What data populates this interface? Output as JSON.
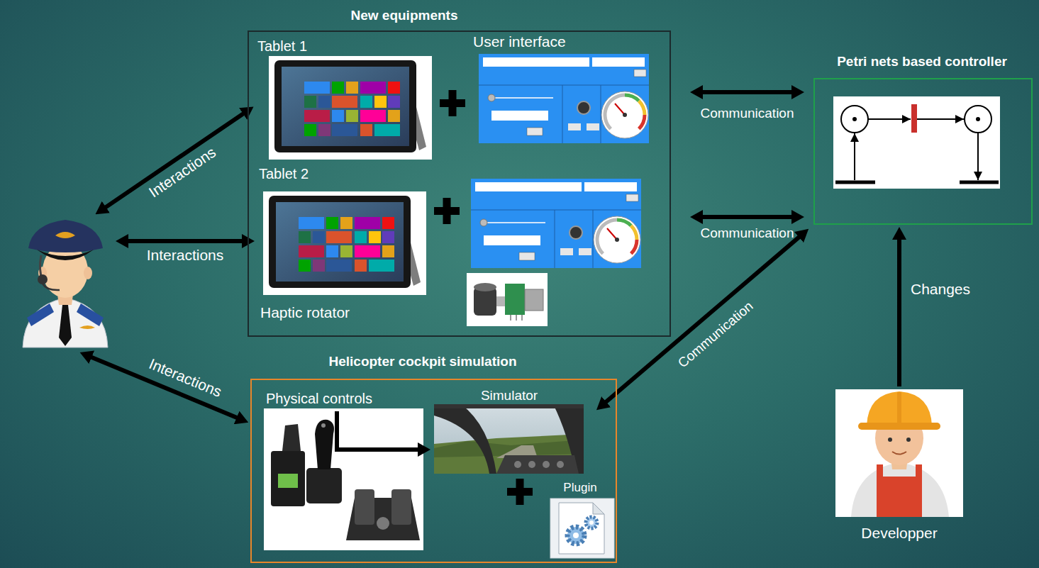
{
  "diagram": {
    "nodes": [
      {
        "text": []
      },
      {
        "text": [
          "New equipments"
        ]
      },
      {
        "text": [
          "Tablet 1"
        ],
        "in": 1
      },
      {
        "text": [
          "User interface"
        ],
        "in": 1
      },
      {
        "text": [
          "Tablet 2"
        ],
        "in": 1
      },
      {
        "text": [
          "Haptic rotator"
        ],
        "in": 1
      },
      {
        "text": [
          "Petri nets based controller"
        ]
      },
      {
        "text": [
          "Helicopter cockpit simulation"
        ]
      },
      {
        "text": [
          "Physical controls"
        ],
        "in": 7
      },
      {
        "text": [
          "Simulator"
        ],
        "in": 7
      },
      {
        "text": [
          "Plugin"
        ],
        "in": 7
      },
      {
        "text": [
          "Developper"
        ]
      }
    ],
    "edges": [
      {
        "from": 0,
        "to": 2,
        "arrow": "both",
        "label": "Interactions"
      },
      {
        "from": 0,
        "to": 4,
        "arrow": "both",
        "label": "Interactions"
      },
      {
        "from": 0,
        "to": 7,
        "arrow": "both",
        "label": "Interactions"
      },
      {
        "from": 1,
        "to": 6,
        "arrow": "both",
        "label": "Communication"
      },
      {
        "from": 1,
        "to": 6,
        "arrow": "both",
        "label": "Communication"
      },
      {
        "from": 9,
        "to": 6,
        "arrow": "both",
        "label": "Communication"
      },
      {
        "from": 8,
        "to": 9,
        "arrow": "to"
      },
      {
        "from": 11,
        "to": 6,
        "arrow": "to",
        "label": "Changes"
      }
    ]
  }
}
